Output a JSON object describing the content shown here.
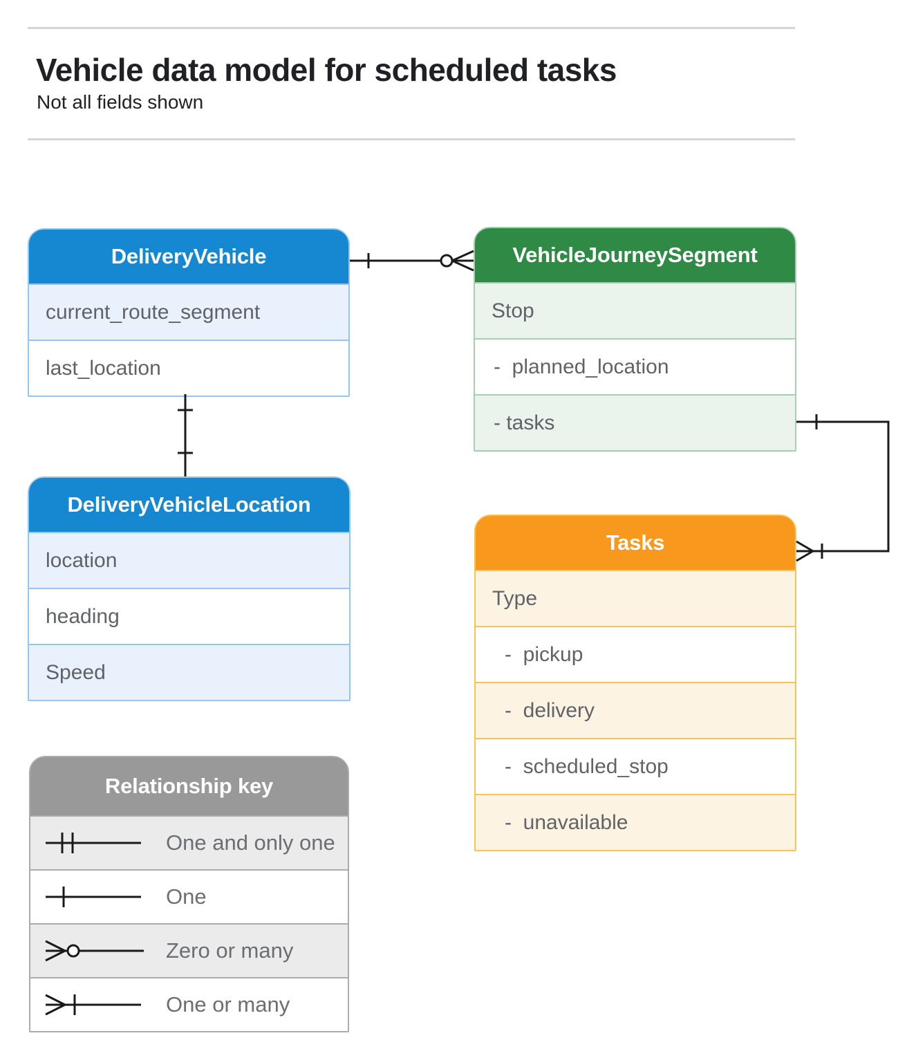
{
  "page": {
    "title": "Vehicle data model for scheduled tasks",
    "subtitle": "Not all fields shown"
  },
  "entities": [
    {
      "title": "DeliveryVehicle",
      "rows": [
        {
          "text": "current_route_segment"
        },
        {
          "text": "last_location"
        }
      ]
    },
    {
      "title": "VehicleJourneySegment",
      "rows": [
        {
          "text": "Stop"
        },
        {
          "text": "-  planned_location"
        },
        {
          "text": "- tasks"
        }
      ]
    },
    {
      "title": "DeliveryVehicleLocation",
      "rows": [
        {
          "text": "location"
        },
        {
          "text": "heading"
        },
        {
          "text": "Speed"
        }
      ]
    },
    {
      "title": "Tasks",
      "rows": [
        {
          "text": "Type"
        },
        {
          "text": "-  pickup"
        },
        {
          "text": "-  delivery"
        },
        {
          "text": "-  scheduled_stop"
        },
        {
          "text": "-  unavailable"
        }
      ]
    }
  ],
  "legend": {
    "title": "Relationship key",
    "items": [
      {
        "symbol": "one-and-only-one",
        "label": "One and only one"
      },
      {
        "symbol": "one",
        "label": "One"
      },
      {
        "symbol": "zero-or-many",
        "label": "Zero or many"
      },
      {
        "symbol": "one-or-many",
        "label": "One or many"
      }
    ]
  },
  "relationships": [
    {
      "from": "DeliveryVehicle",
      "to": "VehicleJourneySegment",
      "from_end": "one",
      "to_end": "zero-or-many"
    },
    {
      "from": "DeliveryVehicle",
      "to": "DeliveryVehicleLocation",
      "from_end": "one",
      "to_end": "one"
    },
    {
      "from": "VehicleJourneySegment.tasks",
      "to": "Tasks",
      "from_end": "one",
      "to_end": "one-or-many"
    }
  ],
  "colors": {
    "blue_header": "#1588d1",
    "blue_tint": "#e8f1fc",
    "blue_border": "#94c7f0",
    "green_header": "#2f8a46",
    "green_tint": "#eaf4ec",
    "green_border": "#a3d1ad",
    "orange_header": "#f8991e",
    "orange_tint": "#fdf3e3",
    "orange_border": "#f9c451",
    "gray_header": "#999999",
    "gray_tint": "#ebebeb",
    "gray_border": "#ababab",
    "row_text": "#5f6368",
    "title_text": "#202124",
    "line": "#1a1a1a",
    "rule": "#d5d5d5"
  }
}
